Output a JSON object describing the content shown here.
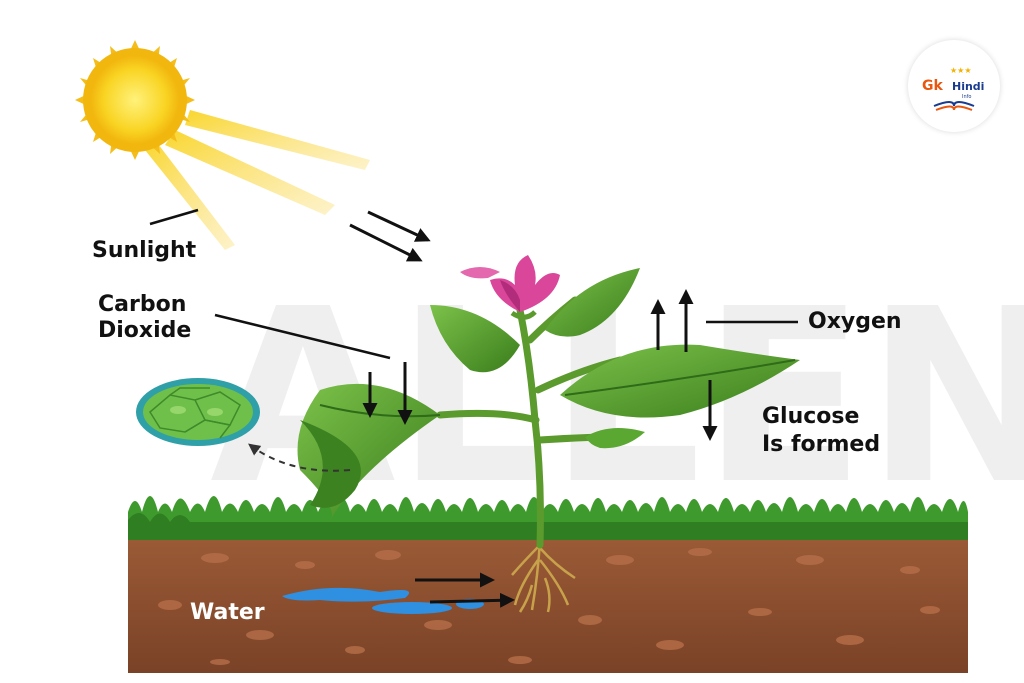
{
  "labels": {
    "sunlight": "Sunlight",
    "carbon_dioxide_line1": "Carbon",
    "carbon_dioxide_line2": "Dioxide",
    "oxygen": "Oxygen",
    "glucose_line1": "Glucose",
    "glucose_line2": "Is formed",
    "water": "Water"
  },
  "logo": {
    "text_gk": "Gk",
    "text_hindi": "Hindi",
    "text_info": "Info"
  },
  "colors": {
    "sun": "#f7c51e",
    "soil": "#8a4e2f",
    "grass": "#3f9a2e",
    "leaf": "#4f9a2a",
    "flower": "#d9469a",
    "water": "#2f8fe0",
    "arrow": "#111111"
  }
}
